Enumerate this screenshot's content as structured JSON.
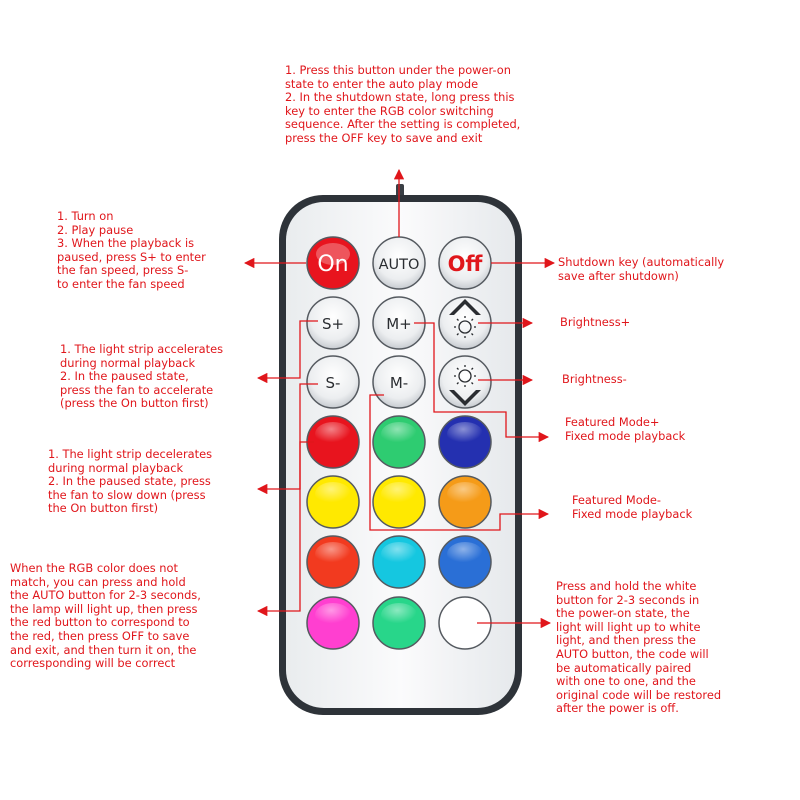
{
  "remote": {
    "buttons": {
      "on": "On",
      "auto": "AUTO",
      "off": "Off",
      "s_plus": "S+",
      "m_plus": "M+",
      "s_minus": "S-",
      "m_minus": "M-"
    }
  },
  "notes": {
    "auto": [
      "1. Press this button under the power-on",
      "state to enter the auto play mode",
      "2. In the shutdown state, long press this",
      "key to enter the RGB color switching",
      "sequence. After the setting is completed,",
      "press the OFF key to save and exit"
    ],
    "on": [
      "1. Turn on",
      "2. Play pause",
      "3. When the playback is",
      "paused, press S+ to enter",
      "the fan speed, press S-",
      "to enter the fan speed"
    ],
    "off": [
      "Shutdown key (automatically",
      "save after shutdown)"
    ],
    "brightness_up": [
      "Brightness+"
    ],
    "brightness_down": [
      "Brightness-"
    ],
    "s_plus": [
      "1. The light strip accelerates",
      "during normal playback",
      "2. In the paused state,",
      "press the fan to accelerate",
      "(press the On button first)"
    ],
    "m_plus": [
      "Featured Mode+",
      "Fixed mode playback"
    ],
    "s_minus": [
      "1. The light strip decelerates",
      "during normal playback",
      "2. In the paused state, press",
      "the fan to slow down (press",
      "the On button first)"
    ],
    "m_minus": [
      "Featured Mode-",
      "Fixed mode playback"
    ],
    "red": [
      "When the RGB color does not",
      "match, you can press and hold",
      "the AUTO button for 2-3 seconds,",
      "the lamp will light up, then press",
      "the red button to correspond to",
      "the red, then press OFF to save",
      "and exit, and then turn it on, the",
      "corresponding will be correct"
    ],
    "white": [
      "Press and hold the white",
      "button for 2-3 seconds in",
      "the power-on state, the",
      "light will light up to white",
      "light, and then press the",
      "AUTO button, the code will",
      "be automatically paired",
      "with one to one, and the",
      "original code will be restored",
      "after the power is off."
    ]
  },
  "colors": {
    "annotation": "#e0161b",
    "remote_body": "#f6f7f8",
    "remote_border": "#2e3339",
    "grid_colors": [
      [
        "#e8141e",
        "#2ecc71",
        "#2430b0"
      ],
      [
        "#ffe900",
        "#ffe900",
        "#f59b18"
      ],
      [
        "#f23a1f",
        "#15c7e0",
        "#2a6fd6"
      ],
      [
        "#ff3fd0",
        "#28d68a",
        "#ffffff"
      ]
    ]
  }
}
